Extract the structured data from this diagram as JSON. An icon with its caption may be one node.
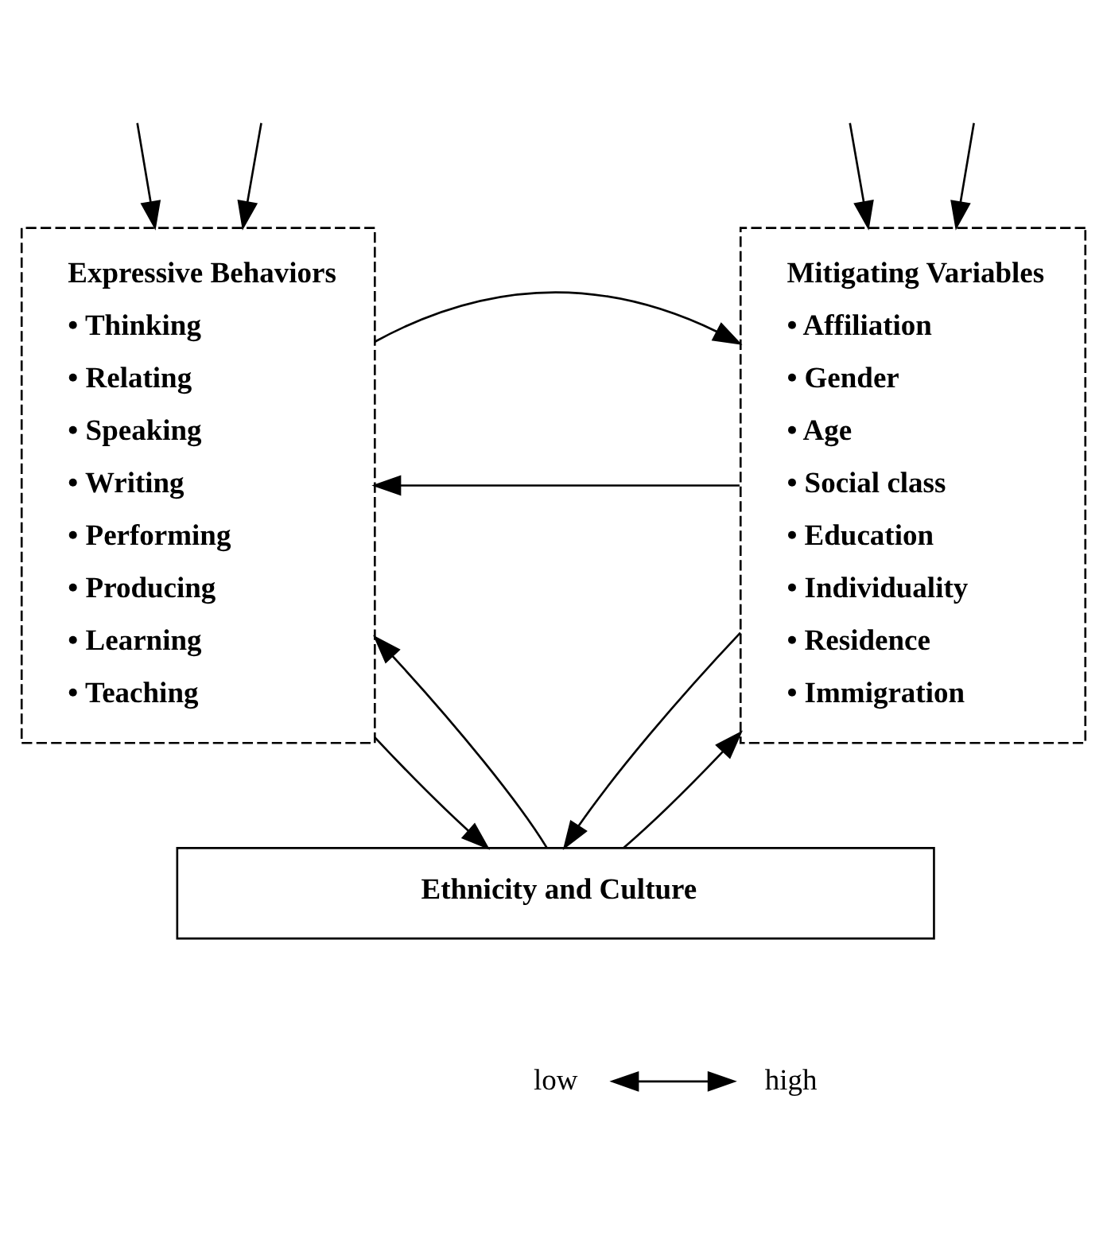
{
  "diagram": {
    "nodes": [
      {
        "text": [
          "Mitigating Variables",
          "• Affiliation",
          "• Gender",
          "• Age",
          "• Social class",
          "• Education",
          "• Individuality",
          "• Residence",
          "• Immigration"
        ]
      },
      {
        "text": [
          "Expressive Behaviors",
          "• Thinking",
          "• Relating",
          "• Speaking",
          "• Writing",
          "• Performing",
          "• Producing",
          "• Learning",
          "• Teaching"
        ]
      },
      {
        "text": [
          "Ethnicity and Culture"
        ]
      },
      {
        "text": [
          "low"
        ]
      },
      {
        "text": [
          "high"
        ]
      }
    ],
    "edges": [
      {
        "from": null,
        "to": 0,
        "arrow": "to"
      },
      {
        "from": null,
        "to": 0,
        "arrow": "to"
      },
      {
        "from": null,
        "to": 1,
        "arrow": "to"
      },
      {
        "from": null,
        "to": 1,
        "arrow": "to"
      },
      {
        "from": 0,
        "to": 1,
        "arrow": "to"
      },
      {
        "from": 1,
        "to": 0,
        "arrow": "to"
      },
      {
        "from": 2,
        "to": 0,
        "arrow": "to"
      },
      {
        "from": 0,
        "to": 2,
        "arrow": "to"
      },
      {
        "from": 2,
        "to": 1,
        "arrow": "to"
      },
      {
        "from": 1,
        "to": 2,
        "arrow": "to"
      },
      {
        "from": 3,
        "to": 4,
        "arrow": "both"
      }
    ]
  }
}
